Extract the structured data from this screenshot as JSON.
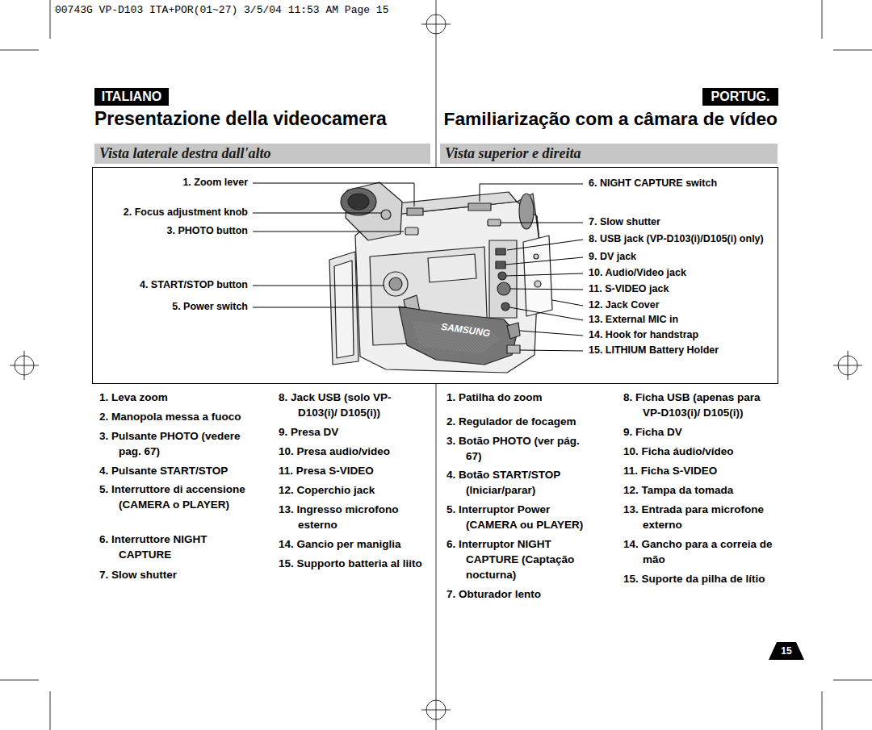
{
  "diagram": {
    "title": "Presentazione della videocamera",
    "nodes": [
      {
        "text": [
          "ITALIANO"
        ]
      },
      {
        "text": [
          "PORTUG."
        ]
      },
      {
        "text": [
          "Vista laterale destra dall'alto"
        ]
      },
      {
        "text": [
          "Vista superior e direita"
        ]
      },
      {
        "text": [
          "15"
        ]
      }
    ],
    "labels": [
      "00743G VP-D103 ITA+POR(01~27)  3/5/04 11:53 AM  Page 15",
      "Familiarização com a câmara de vídeo",
      "1. Zoom lever",
      "2. Focus adjustment knob",
      "3. PHOTO button",
      "4. START/STOP button",
      "5. Power switch",
      "6. NIGHT CAPTURE switch",
      "7. Slow shutter",
      "8. USB jack (VP-D103(i)/D105(i) only)",
      "9. DV jack",
      "10. Audio/Video jack",
      "11. S-VIDEO jack",
      "12. Jack Cover",
      "13. External MIC in",
      "14. Hook for handstrap",
      "15. LITHIUM Battery Holder",
      "SAMSUNG",
      "1. Leva zoom",
      "2. Manopola messa a fuoco",
      "3. Pulsante PHOTO (vedere pag. 67)",
      "4. Pulsante START/STOP",
      "5. Interruttore di accensione (CAMERA o PLAYER)",
      "6. Interruttore NIGHT CAPTURE",
      "7. Slow shutter",
      "8. Jack USB (solo VP-D103(i)/ D105(i))",
      "9. Presa DV",
      "10. Presa audio/video",
      "11. Presa S-VIDEO",
      "12. Coperchio jack",
      "13. Ingresso microfono esterno",
      "14. Gancio per maniglia",
      "15. Supporto batteria al liito",
      "1. Patilha do zoom",
      "2. Regulador de focagem",
      "3. Botão PHOTO (ver pág. 67)",
      "4. Botão START/STOP (Iniciar/parar)",
      "5. Interruptor Power (CAMERA ou PLAYER)",
      "6. Interruptor NIGHT CAPTURE (Captação nocturna)",
      "7. Obturador lento",
      "8. Ficha USB (apenas para VP-D103(i)/ D105(i))",
      "9. Ficha DV",
      "10. Ficha áudio/vídeo",
      "11. Ficha S-VIDEO",
      "12. Tampa da tomada",
      "13. Entrada para microfone externo",
      "14. Gancho para a correia de mão",
      "15. Suporte da pilha de lítio"
    ]
  }
}
